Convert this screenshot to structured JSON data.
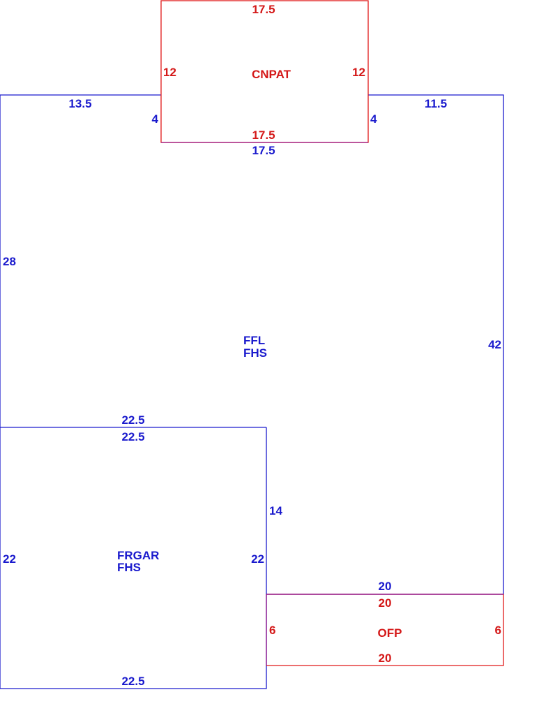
{
  "areas": {
    "cnpat": {
      "name": "CNPAT",
      "dims": {
        "top": "17.5",
        "left": "12",
        "right": "12",
        "bottom": "17.5"
      }
    },
    "main": {
      "name_line1": "FFL",
      "name_line2": "FHS",
      "dims": {
        "top_left": "13.5",
        "top_right": "11.5",
        "notch_left": "4",
        "notch_right": "4",
        "notch_bottom": "17.5",
        "left": "28",
        "right": "42",
        "garage_top": "22.5",
        "step": "14",
        "porch_top": "20"
      }
    },
    "garage": {
      "name_line1": "FRGAR",
      "name_line2": "FHS",
      "dims": {
        "top": "22.5",
        "left": "22",
        "right": "22",
        "bottom": "22.5"
      }
    },
    "ofp": {
      "name": "OFP",
      "dims": {
        "top": "20",
        "left": "6",
        "right": "6",
        "bottom": "20"
      }
    }
  },
  "colors": {
    "blue": "#1a1acd",
    "red": "#d41818",
    "purple": "#9a1a8a"
  }
}
